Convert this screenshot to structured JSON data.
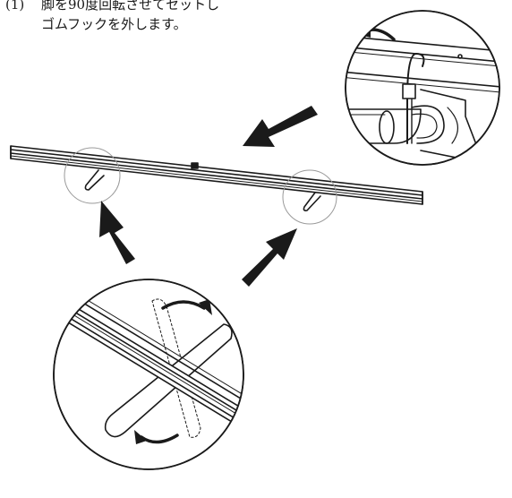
{
  "instruction": {
    "step_number": "(1)",
    "line1": "脚を90度回転させてセットし",
    "line2": "ゴムフックを外します。"
  },
  "diagram": {
    "subject": "screen-bar-with-folding-legs",
    "callouts": [
      "rubber-hook-detail",
      "leg-rotation-detail"
    ],
    "line_color": "#1a1a1a",
    "background": "#ffffff"
  }
}
